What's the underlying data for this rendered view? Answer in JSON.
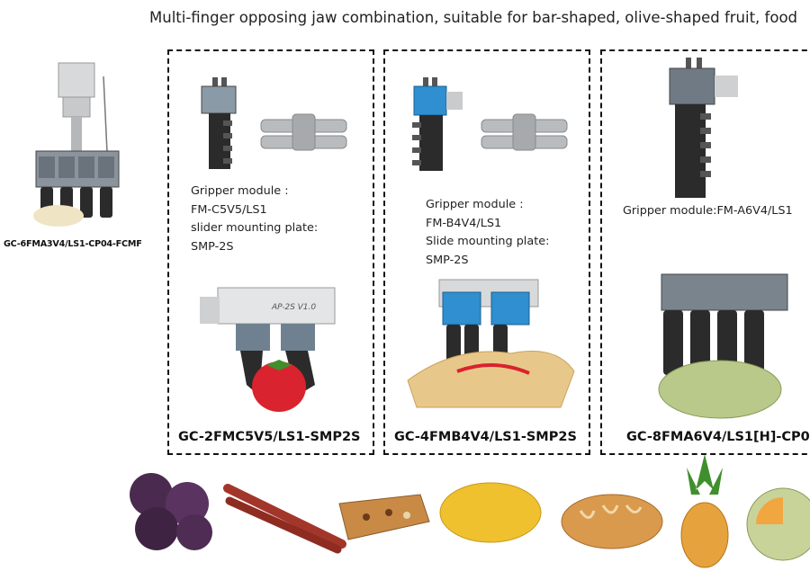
{
  "header": {
    "title": "Multi-finger opposing jaw combination, suitable for bar-shaped, olive-shaped fruit, food"
  },
  "left_product": {
    "model": "GC-6FMA3V4/LS1-CP04-FCMF"
  },
  "panels": [
    {
      "spec_lines": [
        "Gripper module :",
        "FM-C5V5/LS1",
        "slider mounting plate:",
        "SMP-2S"
      ],
      "model": "GC-2FMC5V5/LS1-SMP2S",
      "device_label": "AP-2S V1.0",
      "module_color": "#8a9aa6"
    },
    {
      "spec_lines": [
        "Gripper module :",
        "FM-B4V4/LS1",
        "Slide mounting plate:",
        "SMP-2S"
      ],
      "model": "GC-4FMB4V4/LS1-SMP2S",
      "module_color": "#2f8fd0"
    },
    {
      "spec_lines": [
        "Gripper module:FM-A6V4/LS1"
      ],
      "model": "GC-8FMA6V4/LS1[H]-CP0",
      "module_color": "#6f7a84"
    }
  ],
  "food_items": [
    {
      "name": "plums-icon"
    },
    {
      "name": "sausage-sticks-icon"
    },
    {
      "name": "granola-bar-icon"
    },
    {
      "name": "mango-icon"
    },
    {
      "name": "bread-loaf-icon"
    },
    {
      "name": "pineapple-icon"
    },
    {
      "name": "melon-icon"
    }
  ],
  "colors": {
    "border": "#111111",
    "finger": "#2b2b2b",
    "metal": "#b9bcbf",
    "strawberry": "#d9232e",
    "melon": "#b9c98a",
    "pineapple": "#e6a23c"
  }
}
